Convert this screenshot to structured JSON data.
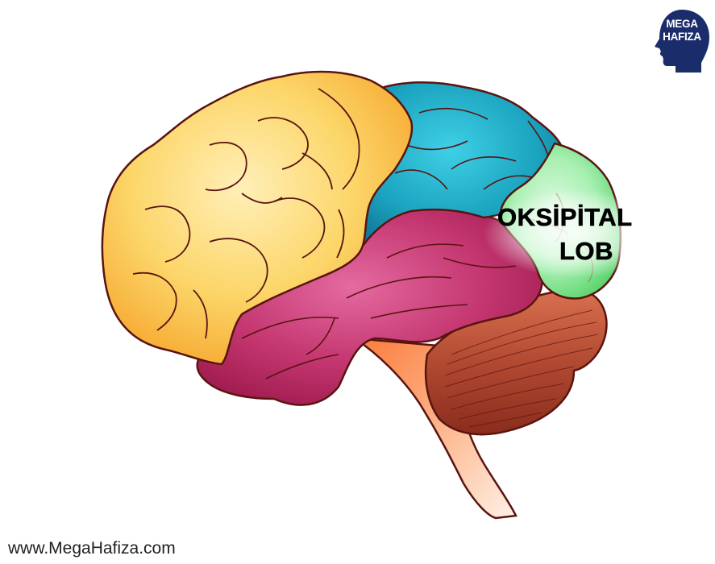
{
  "diagram": {
    "subject": "Human brain, lateral view",
    "highlighted_region": "occipital lobe",
    "label": {
      "line1": "OKSİPİTAL",
      "line2": "LOB"
    },
    "regions": [
      {
        "name": "frontal-lobe",
        "color": "#FBC84A"
      },
      {
        "name": "parietal-lobe",
        "color": "#1BA3BF"
      },
      {
        "name": "occipital-lobe",
        "color": "#6BE07A"
      },
      {
        "name": "temporal-lobe",
        "color": "#B8245E"
      },
      {
        "name": "cerebellum",
        "color": "#A8402C"
      },
      {
        "name": "brainstem",
        "color": "#FB8A4A"
      }
    ],
    "outline_color": "#5A1410"
  },
  "logo": {
    "line1": "MEGA",
    "line2": "HAFIZA",
    "color": "#1B2C6B"
  },
  "footer": {
    "url": "www.MegaHafiza.com"
  }
}
